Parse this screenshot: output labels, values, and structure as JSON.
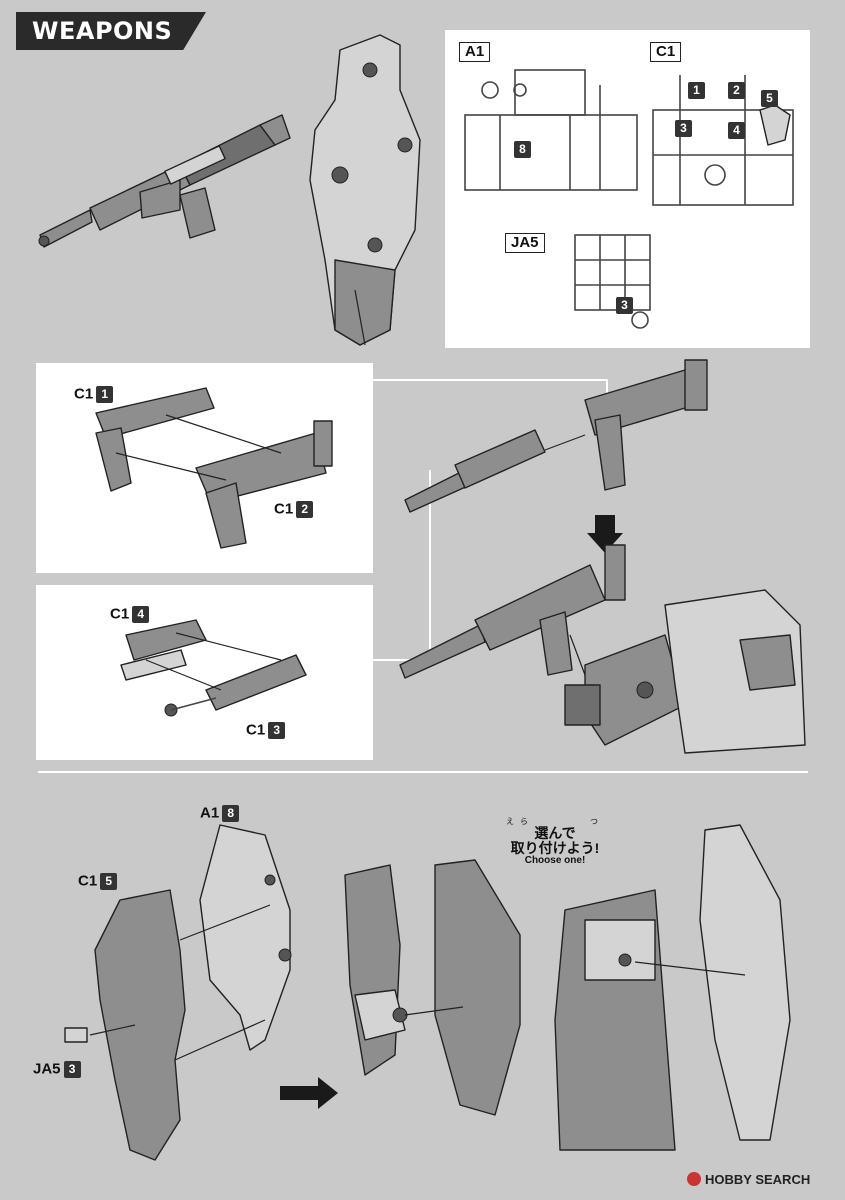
{
  "section_title": "WEAPONS",
  "sprues": {
    "a1": {
      "name": "A1",
      "part_numbers": [
        "8"
      ]
    },
    "c1": {
      "name": "C1",
      "part_numbers": [
        "1",
        "2",
        "5",
        "3",
        "4"
      ]
    },
    "ja5": {
      "name": "JA5",
      "part_numbers": [
        "3"
      ]
    }
  },
  "rifle_step": {
    "part1": {
      "code": "C1",
      "num": "1"
    },
    "part2": {
      "code": "C1",
      "num": "2"
    },
    "part4": {
      "code": "C1",
      "num": "4"
    },
    "part3": {
      "code": "C1",
      "num": "3"
    }
  },
  "shield_step": {
    "part_a1_8": {
      "code": "A1",
      "num": "8"
    },
    "part_c1_5": {
      "code": "C1",
      "num": "5"
    },
    "part_ja5_3": {
      "code": "JA5",
      "num": "3"
    },
    "choose_ruby": "えら　　　　つ",
    "choose_line1": "選んで",
    "choose_line2": "取り付けよう!",
    "choose_en": "Choose one!"
  },
  "watermark": "HOBBY SEARCH",
  "colors": {
    "page_bg": "#c9c9c9",
    "panel_bg": "#ffffff",
    "title_bg": "#2a2a2a",
    "badge_bg": "#333333",
    "watermark_mark": "#cc3333"
  }
}
